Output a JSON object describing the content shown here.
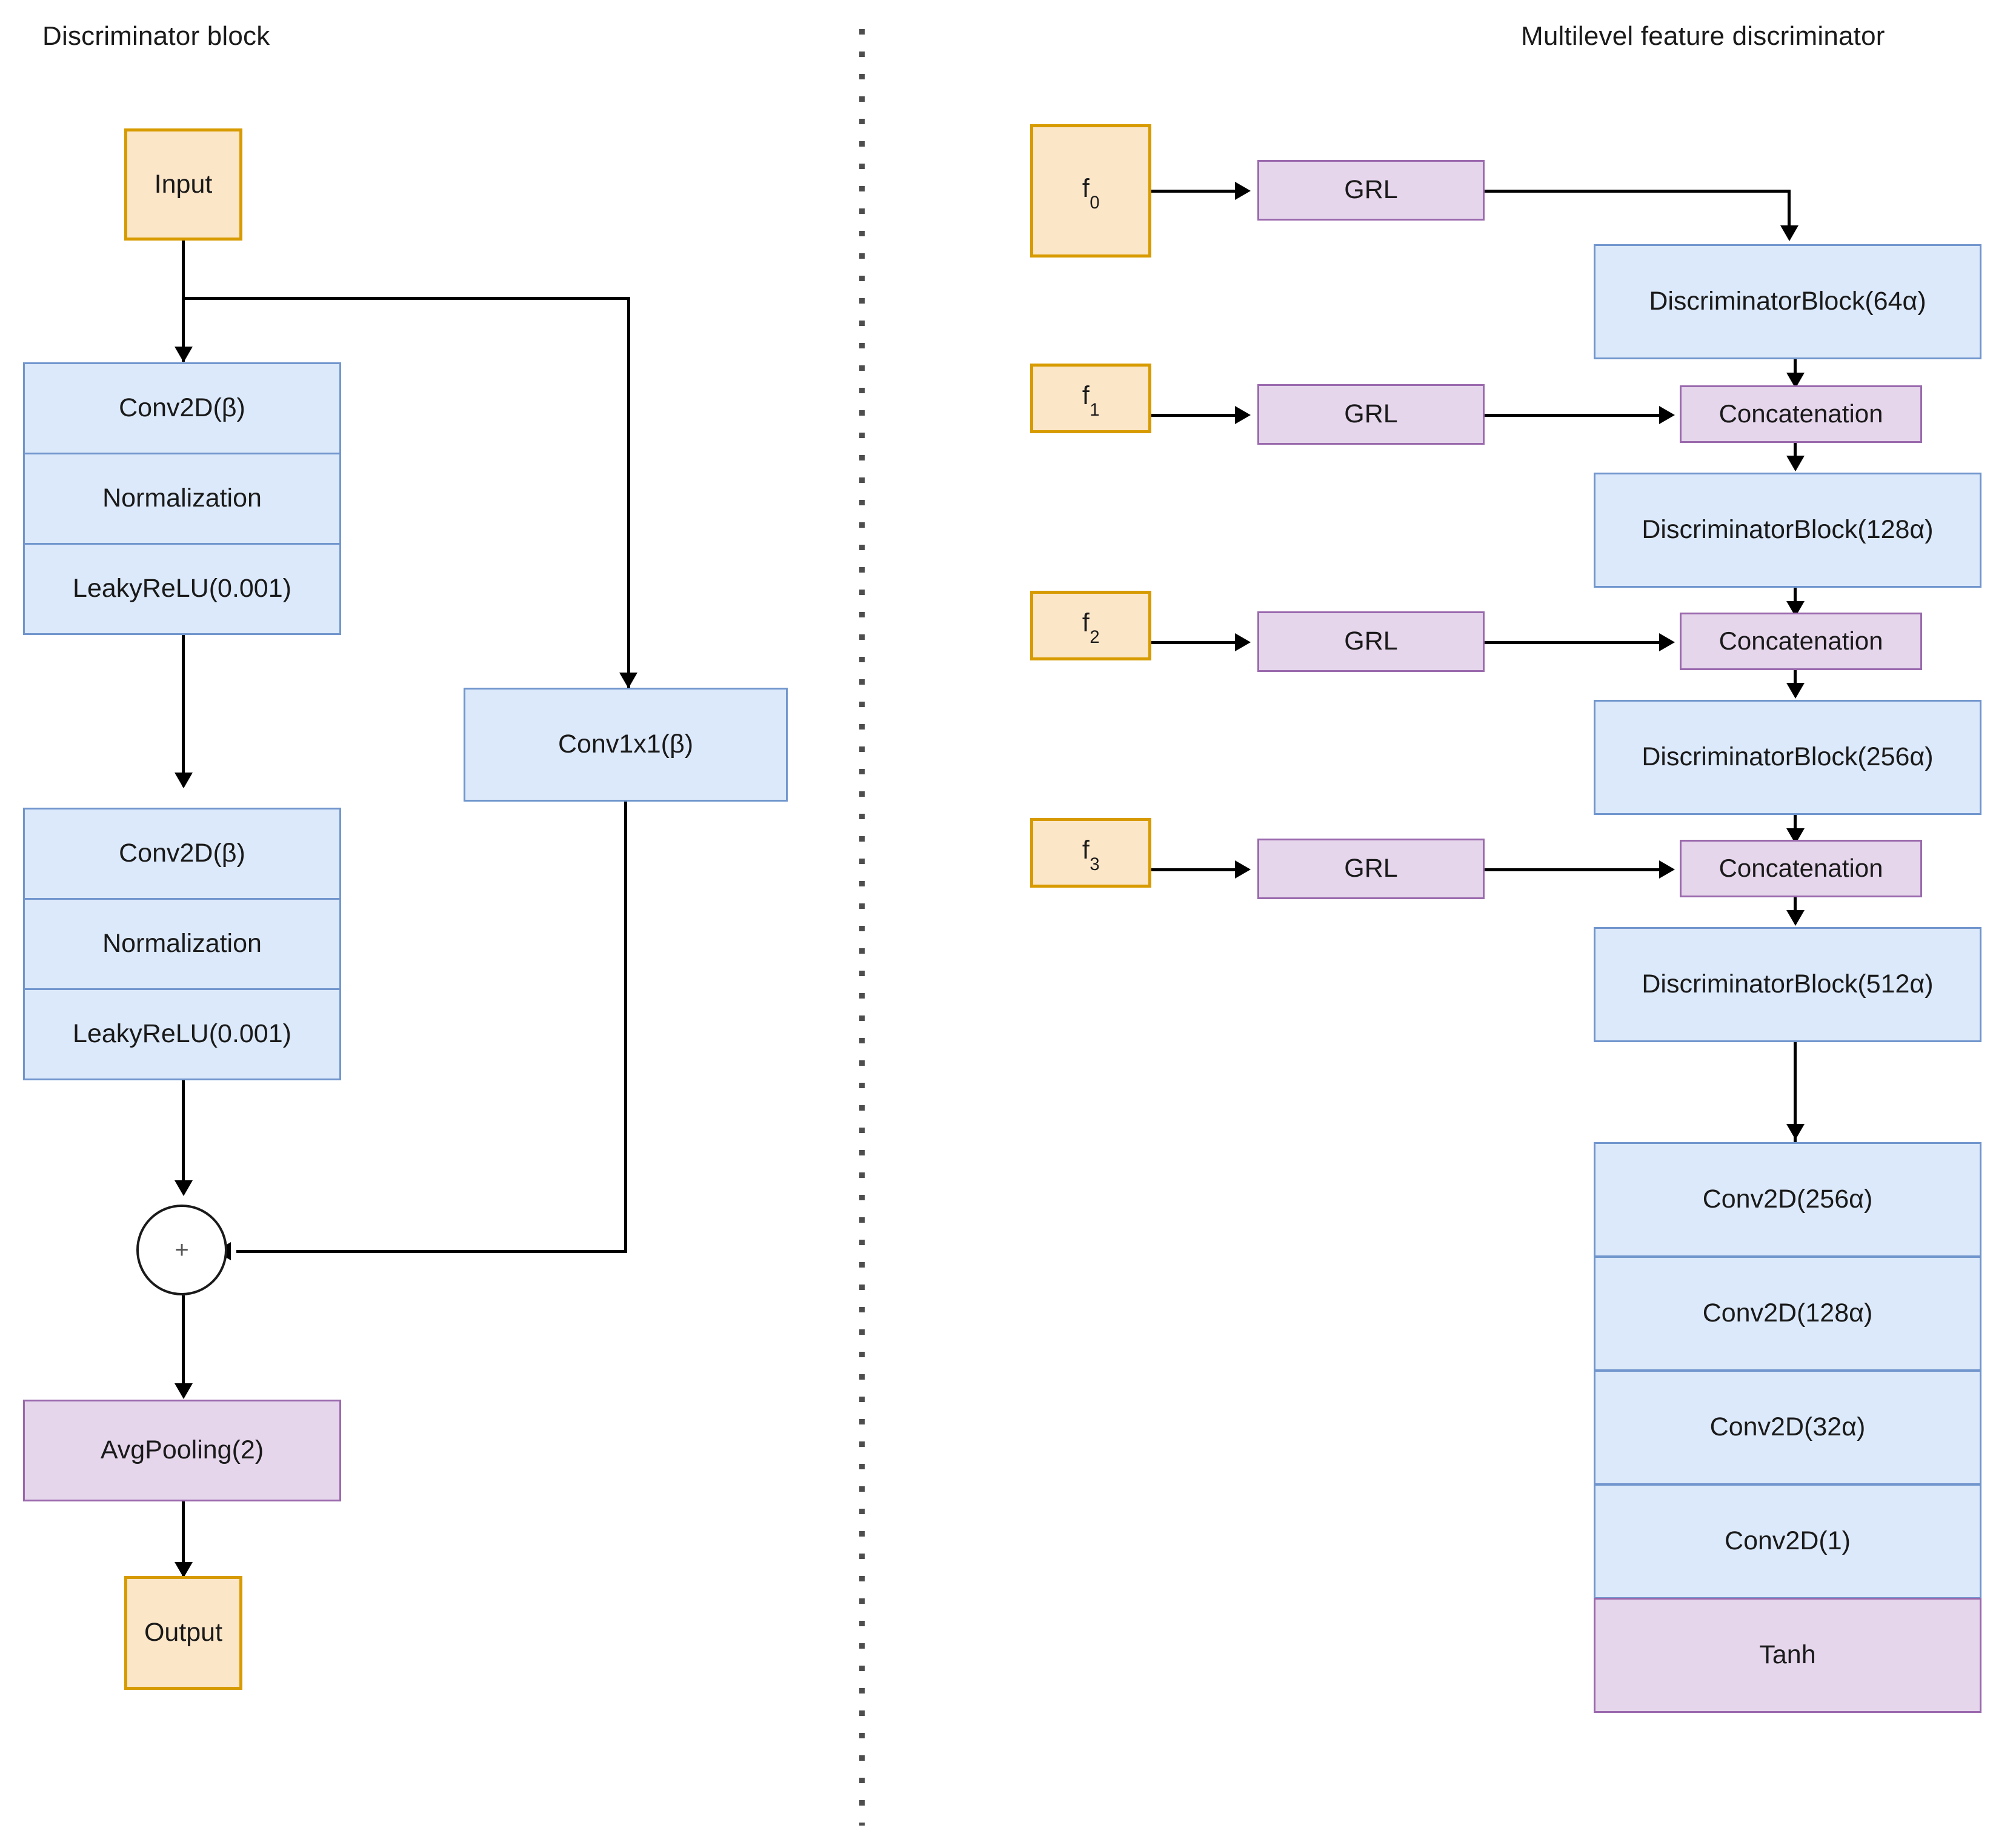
{
  "panels": {
    "left": {
      "title": "Discriminator block"
    },
    "right": {
      "title": "Multilevel feature discriminator"
    }
  },
  "colors": {
    "orange_fill": "#fce6c8",
    "orange_stroke": "#d79b00",
    "blue_fill": "#dce9fa",
    "blue_stroke": "#7196cd",
    "purple_fill": "#e6d6ec",
    "purple_stroke": "#9a69ad",
    "line": "#000000",
    "text": "#1a1a1a",
    "divider": "#4d4d4d"
  },
  "discriminator_block": {
    "input": "Input",
    "output": "Output",
    "conv1x1": "Conv1x1(β)",
    "plus": "+",
    "avgpool": "AvgPooling(2)",
    "stack1": [
      "Conv2D(β)",
      "Normalization",
      "LeakyReLU(0.001)"
    ],
    "stack2": [
      "Conv2D(β)",
      "Normalization",
      "LeakyReLU(0.001)"
    ]
  },
  "multilevel": {
    "features": [
      {
        "base": "f",
        "sub": "0"
      },
      {
        "base": "f",
        "sub": "1"
      },
      {
        "base": "f",
        "sub": "2"
      },
      {
        "base": "f",
        "sub": "3"
      }
    ],
    "grl": [
      "GRL",
      "GRL",
      "GRL",
      "GRL"
    ],
    "concatenation": [
      "Concatenation",
      "Concatenation",
      "Concatenation"
    ],
    "disc_blocks": [
      "DiscriminatorBlock(64α)",
      "DiscriminatorBlock(128α)",
      "DiscriminatorBlock(256α)",
      "DiscriminatorBlock(512α)"
    ],
    "head_stack": [
      "Conv2D(256α)",
      "Conv2D(128α)",
      "Conv2D(32α)",
      "Conv2D(1)"
    ],
    "head_activation": "Tanh"
  }
}
